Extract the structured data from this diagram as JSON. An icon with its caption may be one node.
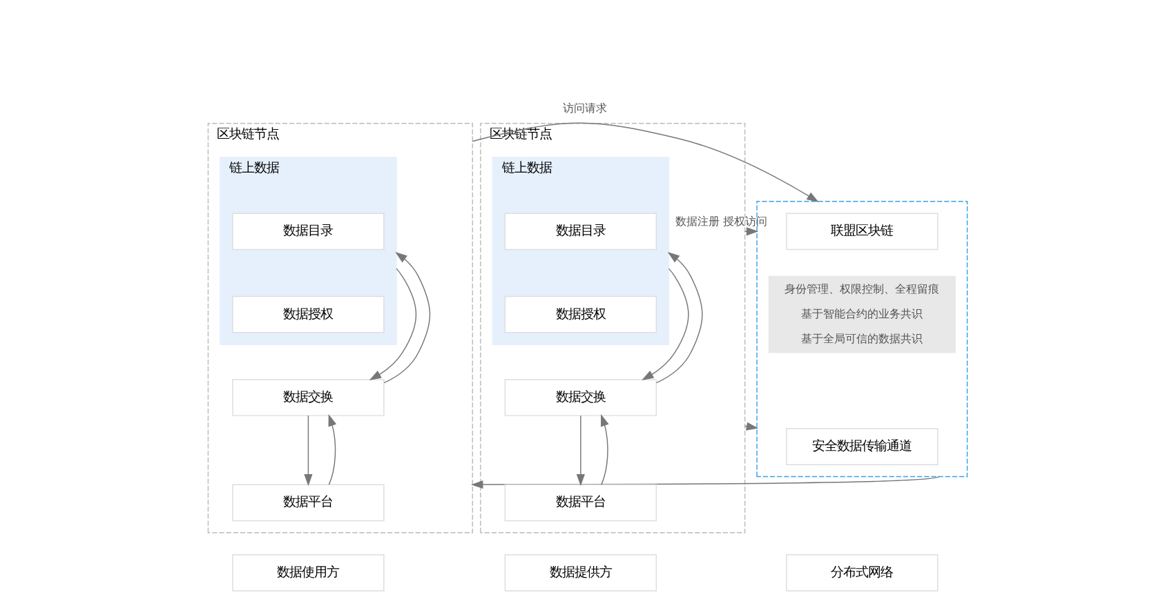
{
  "diagram": {
    "nodes": [
      {
        "text": [
          "区块链节点"
        ]
      },
      {
        "text": [
          "链上数据"
        ],
        "in": 0
      },
      {
        "text": [
          "数据目录"
        ],
        "in": 1
      },
      {
        "text": [
          "数据授权"
        ],
        "in": 1
      },
      {
        "text": [
          "数据交换"
        ],
        "in": 0
      },
      {
        "text": [
          "数据平台"
        ],
        "in": 0
      },
      {
        "text": [],
        "shape": "box"
      },
      {
        "text": [
          "联盟区块链"
        ],
        "in": 6
      },
      {
        "text": [
          "身份管理、权限控制、全程留痕",
          "基于智能合约的业务共识",
          "基于全局可信的数据共识"
        ],
        "in": 6
      },
      {
        "text": [
          "安全数据传输通道"
        ],
        "in": 6
      },
      {
        "text": [
          "区块链节点"
        ]
      },
      {
        "text": [
          "链上数据"
        ],
        "in": 10
      },
      {
        "text": [
          "数据目录"
        ],
        "in": 11
      },
      {
        "text": [
          "数据授权"
        ],
        "in": 11
      },
      {
        "text": [
          "数据交换"
        ],
        "in": 10
      },
      {
        "text": [
          "数据平台"
        ],
        "in": 10
      },
      {
        "text": [
          "数据使用方"
        ]
      },
      {
        "text": [
          "分布式网络"
        ]
      },
      {
        "text": [
          "数据提供方"
        ]
      }
    ],
    "edges": [
      {
        "from": 1,
        "to": 4,
        "arrow": "to"
      },
      {
        "from": 4,
        "to": 1,
        "arrow": "to"
      },
      {
        "from": 4,
        "to": 5,
        "arrow": "to"
      },
      {
        "from": 5,
        "to": 4,
        "arrow": "to"
      },
      {
        "from": 0,
        "to": 6,
        "arrow": "to",
        "label": "访问请求"
      },
      {
        "from": 6,
        "to": 0,
        "arrow": "to"
      },
      {
        "from": 10,
        "to": 6,
        "arrow": "to",
        "label": "数据注册 授权访问"
      },
      {
        "from": 10,
        "to": 6,
        "arrow": "to"
      },
      {
        "from": 11,
        "to": 14,
        "arrow": "to"
      },
      {
        "from": 14,
        "to": 11,
        "arrow": "to"
      },
      {
        "from": 14,
        "to": 15,
        "arrow": "to"
      },
      {
        "from": 15,
        "to": 14,
        "arrow": "to"
      }
    ]
  }
}
